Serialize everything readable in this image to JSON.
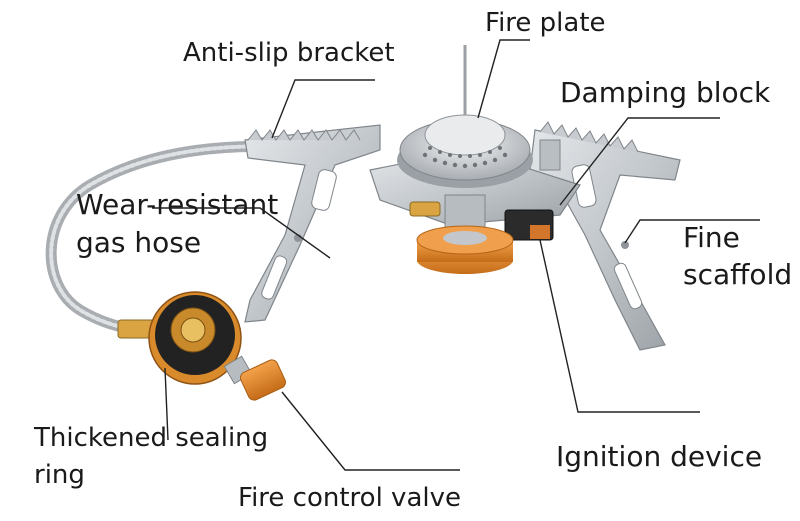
{
  "labels": {
    "fire_plate": "Fire plate",
    "anti_slip_bracket": "Anti-slip bracket",
    "damping_block": "Damping block",
    "wear_resistant_line1": "Wear-resistant",
    "wear_resistant_line2": "gas hose",
    "fine_scaffold_line1": "Fine",
    "fine_scaffold_line2": "scaffold",
    "thickened_line1": "Thickened sealing",
    "thickened_line2": "ring",
    "ignition_device": "Ignition device",
    "fire_control_valve": "Fire control valve"
  },
  "colors": {
    "steel": "#c9cdd1",
    "steel_dark": "#8e9499",
    "brass": "#d9a441",
    "orange_valve": "#e8892b",
    "hose": "#b9bcbf",
    "leader_line": "#222222"
  }
}
